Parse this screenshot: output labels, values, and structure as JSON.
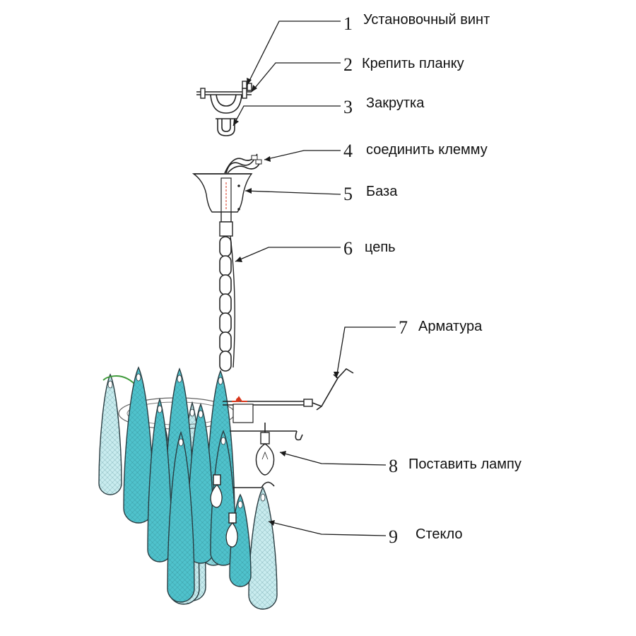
{
  "callouts": [
    {
      "num": "1",
      "label": "Установочный винт"
    },
    {
      "num": "2",
      "label": "Крепить планку"
    },
    {
      "num": "3",
      "label": "Закрутка"
    },
    {
      "num": "4",
      "label": "соединить клемму"
    },
    {
      "num": "5",
      "label": "База"
    },
    {
      "num": "6",
      "label": "цепь"
    },
    {
      "num": "7",
      "label": "Арматура"
    },
    {
      "num": "8",
      "label": "Поставить лампу"
    },
    {
      "num": "9",
      "label": "Стекло"
    }
  ],
  "colors": {
    "glass_front": "#4fc2cc",
    "glass_back": "#8fd8df",
    "glass_back_pale": "#c9ecef",
    "line": "#1a1a1a",
    "wire_green": "#3f9a3a",
    "accent_red": "#d9361c"
  }
}
